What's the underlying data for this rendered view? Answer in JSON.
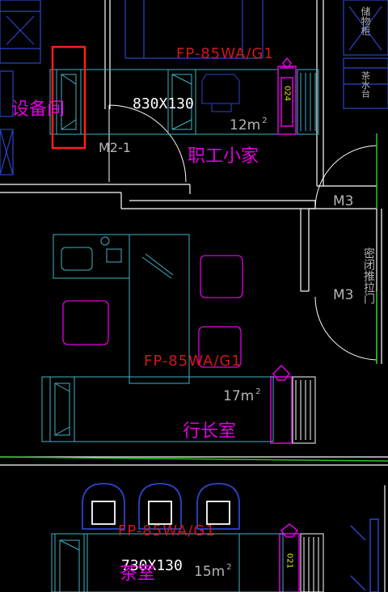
{
  "colors": {
    "background": "#000000",
    "wall": "#ffffff",
    "furniture": "#3fb4c8",
    "partition": "#2a46c8",
    "device": "#e000e0",
    "equipment": "#d01818",
    "green": "#28c828",
    "yellow": "#e8e800",
    "gray": "#b4b4b4",
    "highlight": "#ff1e1e"
  },
  "labels": {
    "fan_coil_top": "FP-85WA/G1",
    "fan_coil_mid": "FP-85WA/G1",
    "fan_coil_bottom": "FP-85WA/G1",
    "duct_top": "830X130",
    "duct_bottom": "730X130",
    "area_top": "12m",
    "area_mid": "17m",
    "area_bottom": "15m",
    "area_sup": "2",
    "room_equipment": "设备间",
    "room_staff": "职工小家",
    "room_president": "行长室",
    "room_tea": "茶室",
    "door_m2": "M2-1",
    "door_m3_top": "M3",
    "door_m3_bottom": "M3",
    "cabinet_text": "储物柜",
    "tea_table_text": "茶水台",
    "closed_door_text": "密闭推拉门",
    "vert_label_top": "024",
    "vert_label_bottom": "021"
  }
}
